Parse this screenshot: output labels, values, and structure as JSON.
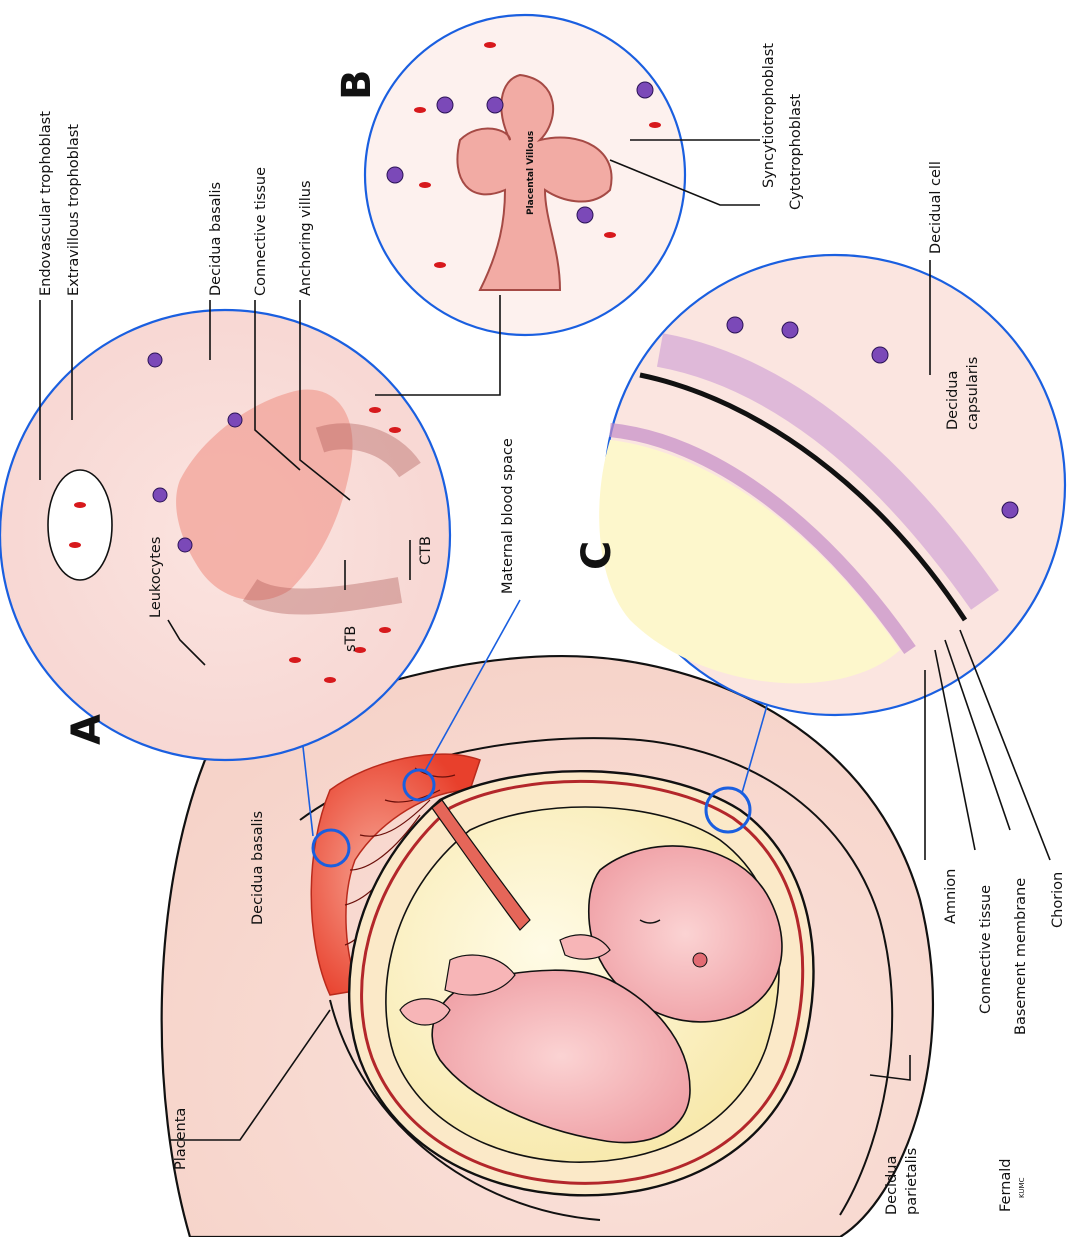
{
  "panels": {
    "a": "A",
    "b": "B",
    "c": "C"
  },
  "labels": {
    "endovascular_trophoblast": "Endovascular trophoblast",
    "extravillous_trophoblast": "Extravillous trophoblast",
    "decidua_basalis_a": "Decidua basalis",
    "connective_tissue_a": "Connective tissue",
    "anchoring_villus": "Anchoring villus",
    "maternal_blood_space": "Maternal blood space",
    "leukocytes": "Leukocytes",
    "stb": "sTB",
    "ctb": "CTB",
    "syncytiotrophoblast": "Syncytiotrophoblast",
    "cytotrophoblast": "Cytotrophoblast",
    "placental_villous": "Placental Villous",
    "decidual_cell": "Decidual cell",
    "decidua_capsularis": "Decidua capsularis",
    "amnion": "Amnion",
    "connective_tissue_c": "Connective tissue",
    "basement_membrane": "Basement membrane",
    "chorion": "Chorion",
    "decidua_basalis_main": "Decidua basalis",
    "placenta": "Placenta",
    "decidua_parietalis": "Decidua parietalis"
  },
  "credit": {
    "name": "Fernald",
    "org": "KUMC"
  },
  "colors": {
    "outline": "#1a5fe0",
    "rbc": "#d7191c",
    "leukocyte": "#6a3ca8",
    "tissue": "#f6cfc9",
    "placenta": "#ef4a34",
    "yolk": "#fbf3c4",
    "fetus": "#f3a8ac"
  }
}
